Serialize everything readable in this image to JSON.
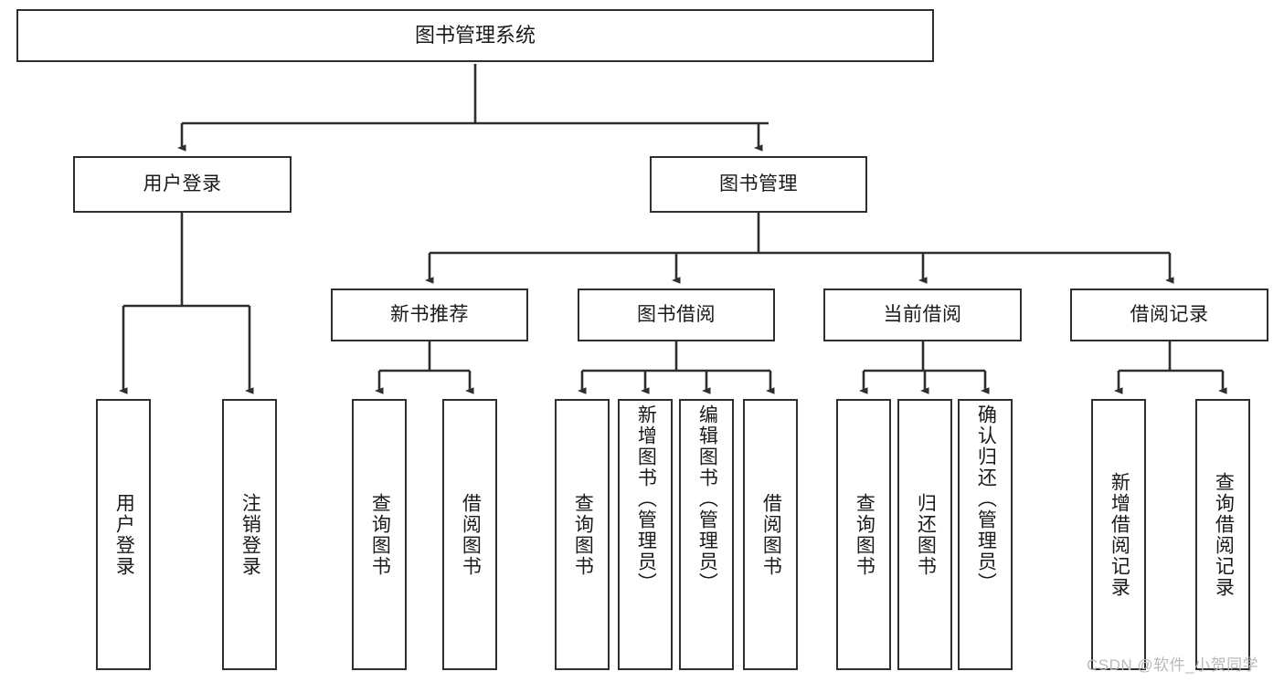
{
  "diagram": {
    "type": "tree-hierarchy-chart",
    "title": "图书管理系统",
    "watermark": "CSDN @软件_小贺同学",
    "colors": {
      "stroke": "#2e2e2e",
      "fill": "#ffffff",
      "text": "#1a1a1a",
      "watermark": "#b9b9b9"
    },
    "nodes": {
      "root": {
        "label": "图书管理系统"
      },
      "level2": [
        {
          "id": "user-login",
          "label": "用户登录"
        },
        {
          "id": "book-manage",
          "label": "图书管理"
        }
      ],
      "level3": [
        {
          "id": "new-book-recommend",
          "label": "新书推荐"
        },
        {
          "id": "book-borrow",
          "label": "图书借阅"
        },
        {
          "id": "current-borrow",
          "label": "当前借阅"
        },
        {
          "id": "borrow-record",
          "label": "借阅记录"
        }
      ],
      "leaves": {
        "user_login": [
          {
            "id": "leaf-user-login",
            "label": "用户登录"
          },
          {
            "id": "leaf-logout-login",
            "label": "注销登录"
          }
        ],
        "new_book_recommend": [
          {
            "id": "leaf-query-book-1",
            "label": "查询图书"
          },
          {
            "id": "leaf-borrow-book-1",
            "label": "借阅图书"
          }
        ],
        "book_borrow": [
          {
            "id": "leaf-query-book-2",
            "label": "查询图书"
          },
          {
            "id": "leaf-add-book",
            "label": "新增图书（管理员）"
          },
          {
            "id": "leaf-edit-book",
            "label": "编辑图书（管理员）"
          },
          {
            "id": "leaf-borrow-book-2",
            "label": "借阅图书"
          }
        ],
        "current_borrow": [
          {
            "id": "leaf-query-book-3",
            "label": "查询图书"
          },
          {
            "id": "leaf-return-book",
            "label": "归还图书"
          },
          {
            "id": "leaf-confirm-return",
            "label": "确认归还（管理员）"
          }
        ],
        "borrow_record": [
          {
            "id": "leaf-add-borrow-record",
            "label": "新增借阅记录"
          },
          {
            "id": "leaf-query-borrow-record",
            "label": "查询借阅记录"
          }
        ]
      }
    }
  }
}
